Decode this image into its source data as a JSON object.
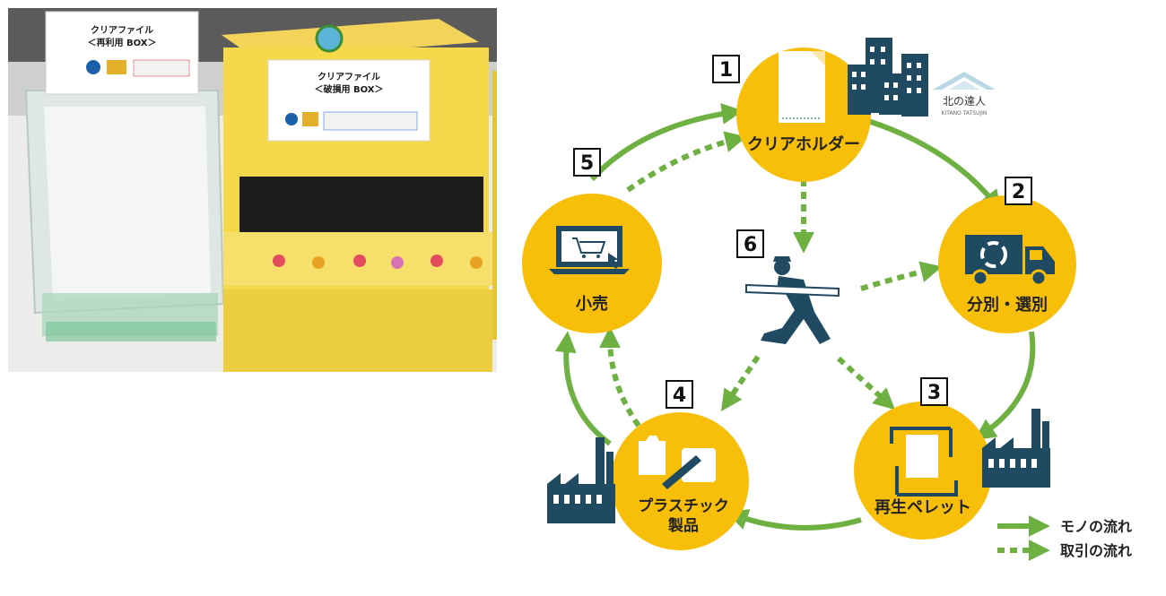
{
  "photo": {
    "left_box_title": "クリアファイル",
    "left_box_subtitle": "＜再利用 BOX＞",
    "right_box_title": "クリアファイル",
    "right_box_subtitle": "＜破損用 BOX＞"
  },
  "logo": {
    "name": "北の達人",
    "sub": "KITANO TATSUJIN"
  },
  "nodes": [
    {
      "num": "1",
      "label": "クリアホルダー"
    },
    {
      "num": "2",
      "label": "分別・選別"
    },
    {
      "num": "3",
      "label": "再生ペレット"
    },
    {
      "num": "4",
      "label_line1": "プラスチック",
      "label_line2": "製品"
    },
    {
      "num": "5",
      "label": "小売"
    },
    {
      "num": "6"
    }
  ],
  "legend": {
    "solid": "モノの流れ",
    "dotted": "取引の流れ"
  },
  "colors": {
    "node_fill": "#F7BE0A",
    "arrow": "#6FB043",
    "icon": "#1F4A62"
  }
}
